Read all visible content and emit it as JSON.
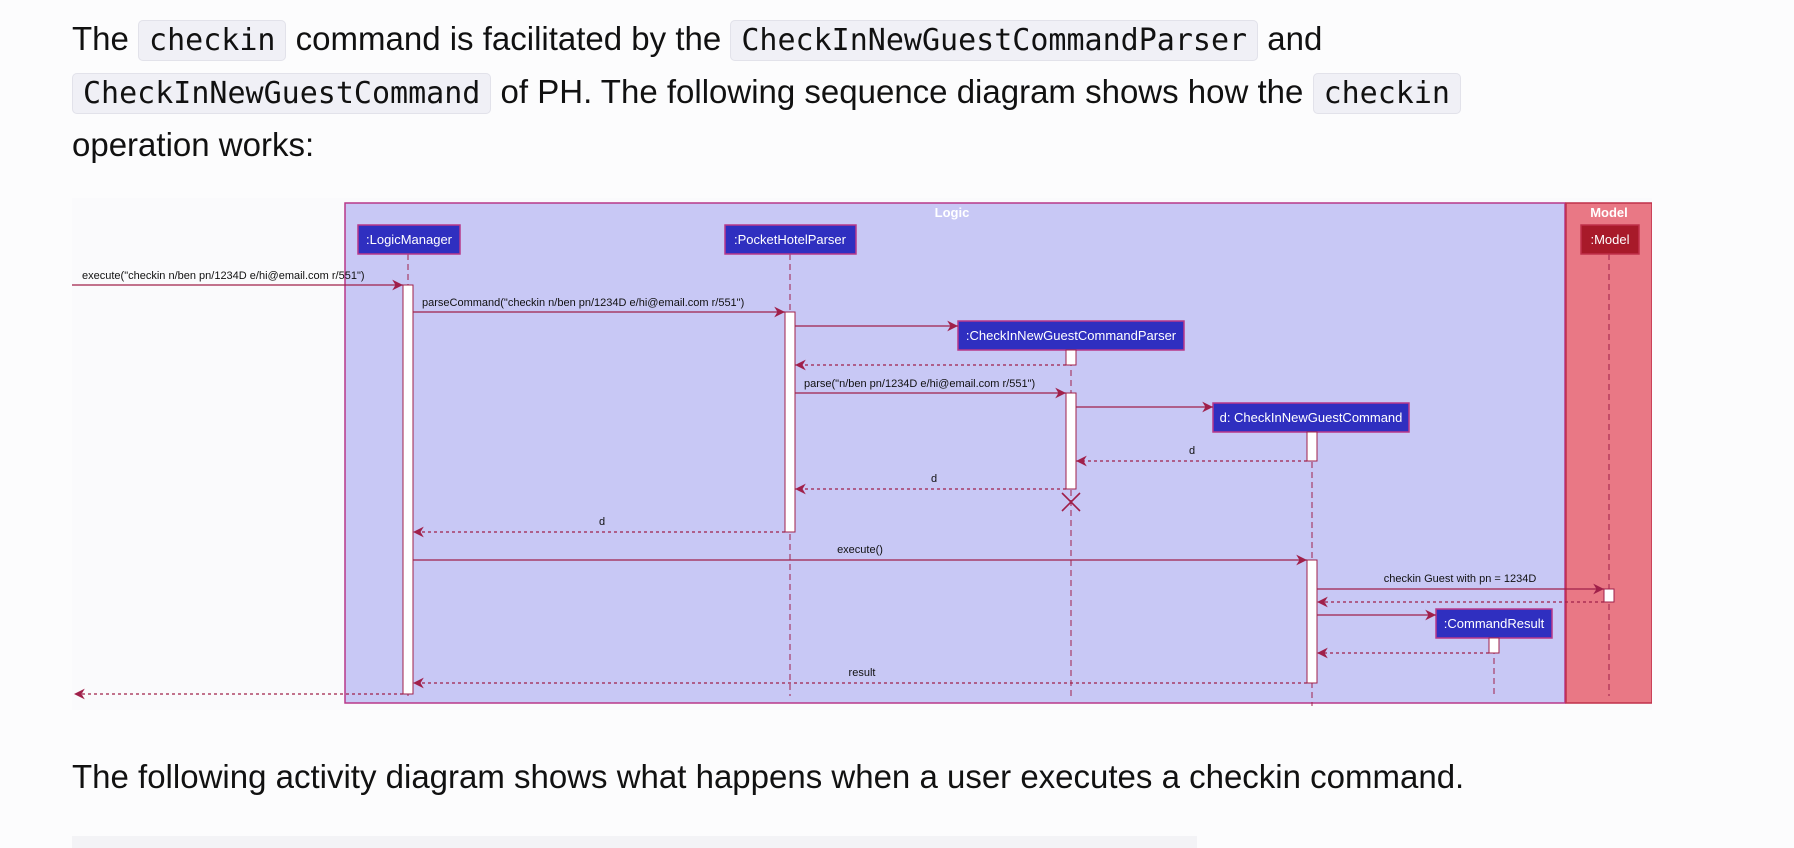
{
  "intro": {
    "t1": "The",
    "c1": "checkin",
    "t2": "command is facilitated by the",
    "c2": "CheckInNewGuestCommandParser",
    "t3": "and",
    "c3": "CheckInNewGuestCommand",
    "t4": "of PH. The following sequence diagram shows how the",
    "c4": "checkin",
    "t5": "operation works:"
  },
  "diagram": {
    "logic_label": "Logic",
    "model_label": "Model",
    "participants": {
      "logic_manager": ":LogicManager",
      "pocket_hotel_parser": ":PocketHotelParser",
      "checkin_parser": ":CheckInNewGuestCommandParser",
      "checkin_command": "d: CheckInNewGuestCommand",
      "command_result": ":CommandResult",
      "model": ":Model"
    },
    "messages": {
      "execute_input": "execute(\"checkin n/ben pn/1234D e/hi@email.com r/551\")",
      "parse_command": "parseCommand(\"checkin n/ben pn/1234D e/hi@email.com r/551\")",
      "parse": "parse(\"n/ben pn/1234D e/hi@email.com r/551\")",
      "return_d_1": "d",
      "return_d_2": "d",
      "return_d_3": "d",
      "execute": "execute()",
      "checkin_guest": "checkin Guest with pn = 1234D",
      "result": "result"
    },
    "colors": {
      "logic_box": "#c8c8f5",
      "model_box": "#e97885",
      "participant_fill": "#2f2fc0",
      "model_participant_fill": "#a81a2a",
      "line": "#a0204a"
    }
  },
  "outro": {
    "text": "The following activity diagram shows what happens when a user executes a checkin command."
  }
}
